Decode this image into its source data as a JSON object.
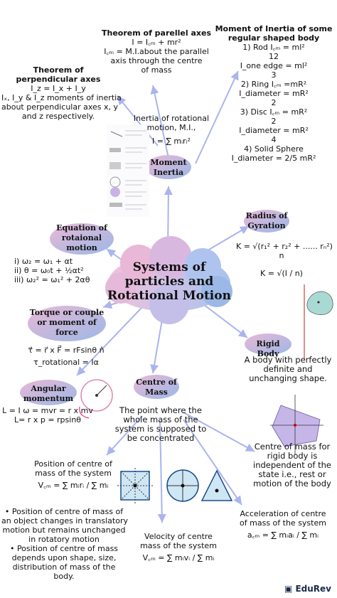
{
  "center": {
    "lines": [
      "Systems of",
      "particles and",
      "Rotational Motion"
    ]
  },
  "nodes": {
    "moment_inertia": [
      "Moment",
      "Inertia"
    ],
    "radius_gyration": [
      "Radius of",
      "Gyration"
    ],
    "equation_rotational": [
      "Equation of",
      "rotaional",
      "motion"
    ],
    "torque": [
      "Torque or couple",
      "or moment of",
      "force"
    ],
    "rigid_body": [
      "Rigid Body"
    ],
    "angular_momentum": [
      "Angular",
      "momentum"
    ],
    "centre_of_mass": [
      "Centre of",
      "Mass"
    ]
  },
  "parallel_axes": {
    "title": "Theorem of parellel axes",
    "lines": [
      "I = I꜀ₘ + mr²",
      "I꜀ₘ = M.I.about the parallel",
      "axis through the centre",
      "of mass"
    ]
  },
  "perpendicular_axes": {
    "title": [
      "Theorem of",
      "perpendicular  axes"
    ],
    "lines": [
      "I_z = I_x + I_y",
      "Iₓ, I_y & I_z moments of inertia",
      "about perpendicular axes x, y",
      "and z respectively."
    ]
  },
  "moi_regular": {
    "title": [
      "Moment of Inertia of some",
      "regular shaped body"
    ],
    "lines": [
      "1) Rod  I꜀ₘ = ml²",
      "12",
      "I_one edge = ml²",
      "3",
      "2) Ring I꜀ₘ =mR²",
      "I_diameter = mR²",
      "2",
      "3) Disc I꜀ₘ = mR²",
      "2",
      "I_diameter = mR²",
      "4",
      "4) Solid Sphere",
      "I_diameter = 2/5 mR²"
    ]
  },
  "rotational_mi": {
    "lines": [
      "Inertia of rotational",
      "motion, M.I.,",
      "I =  ∑  mᵢrᵢ²"
    ]
  },
  "radius_formulae": {
    "lines": [
      "K = √(r₁² + r₂² + ...... rₙ²)",
      "n",
      "K  = √(I / n)"
    ]
  },
  "equations": {
    "lines": [
      "i) ω₂ = ω₁ + αt",
      "ii) θ = ω₀t + ½αt²",
      "iii) ω₂² = ω₁² + 2αθ"
    ]
  },
  "torque_formulae": {
    "lines": [
      "τ⃗ = r⃗ x F⃗ = rFsinθ n̂",
      "τ_rotational = Iα"
    ]
  },
  "rigid_desc": {
    "lines": [
      "A body with perfectly",
      "definite and",
      "unchanging shape."
    ]
  },
  "angular_formulae": {
    "lines": [
      "L = I ω = mvr = r x mv",
      "L= r x p = rpsinθ"
    ]
  },
  "com_def": {
    "lines": [
      "The point where the",
      "whole mass of the",
      "system is supposed to",
      "be concentrated"
    ]
  },
  "com_rigid": {
    "lines": [
      "Centre of mass for",
      "rigid body is",
      "independent of the",
      "state i.e., rest or",
      "motion of the body"
    ]
  },
  "com_position": {
    "lines": [
      "Position of centre of",
      "mass of the system",
      "V꜀ₘ = ∑ mᵢrᵢ / ∑ mᵢ"
    ]
  },
  "com_notes": {
    "lines": [
      "• Position of centre of mass of",
      "an object changes in translatory",
      "motion but remains unchanged",
      "in rotatory motion",
      "• Position of centre of mass",
      "depends upon shape, size,",
      "distribution of mass of the",
      "body."
    ]
  },
  "com_velocity": {
    "lines": [
      "Velocity of centre",
      "mass of the system",
      "V꜀ₘ = ∑ mᵢvᵢ / ∑ mᵢ"
    ]
  },
  "com_acceleration": {
    "lines": [
      "Acceleration of centre",
      "of mass of the system",
      "a꜀ₘ = ∑ mᵢaᵢ / ∑ mᵢ"
    ]
  },
  "brand": "EduRev",
  "colors": {
    "cloud_pink": "#e8b8d6",
    "cloud_blue": "#9cb8e6",
    "arrow": "#aab4ee",
    "text": "#111111"
  }
}
